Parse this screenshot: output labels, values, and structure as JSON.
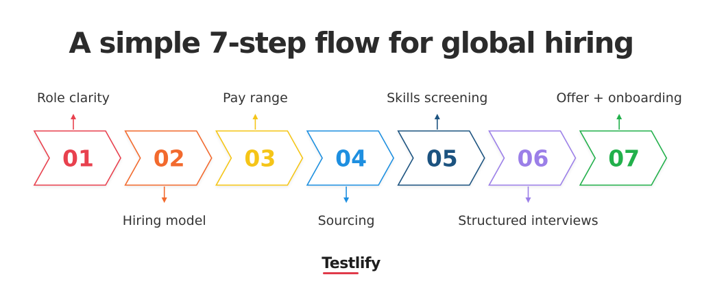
{
  "title": "A simple 7-step flow for global hiring",
  "steps": [
    {
      "number": "01",
      "label": "Role clarity",
      "color": "#e8414e",
      "position": "top"
    },
    {
      "number": "02",
      "label": "Hiring model",
      "color": "#f26a2e",
      "position": "bottom"
    },
    {
      "number": "03",
      "label": "Pay range",
      "color": "#f5c518",
      "position": "top"
    },
    {
      "number": "04",
      "label": "Sourcing",
      "color": "#1e8fe0",
      "position": "bottom"
    },
    {
      "number": "05",
      "label": "Skills screening",
      "color": "#1c5380",
      "position": "top"
    },
    {
      "number": "06",
      "label": "Structured interviews",
      "color": "#9b7fe8",
      "position": "bottom"
    },
    {
      "number": "07",
      "label": "Offer + onboarding",
      "color": "#22b04b",
      "position": "top"
    }
  ],
  "brand": {
    "name": "Testlify",
    "accent": "#e03a4a"
  }
}
